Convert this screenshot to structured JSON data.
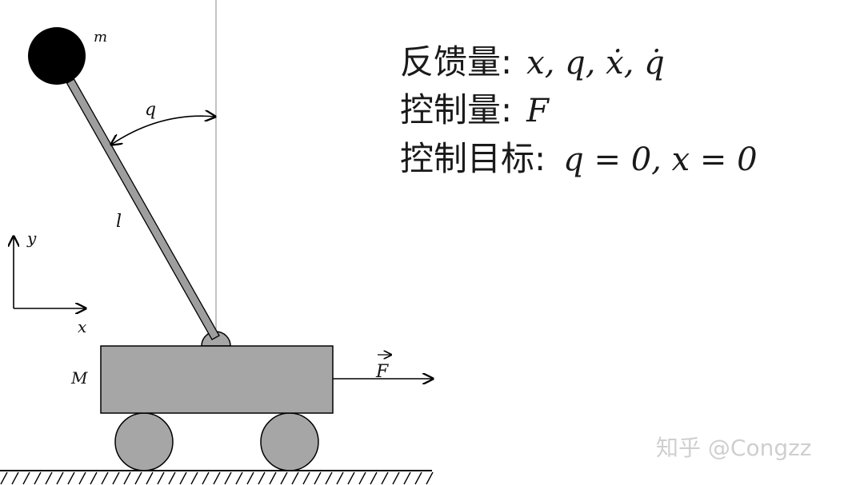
{
  "diagram": {
    "labels": {
      "mass": "m",
      "angle": "q",
      "length": "l",
      "axis_y": "y",
      "axis_x": "x",
      "cart_mass": "M",
      "force": "F"
    },
    "text_block": {
      "line1_prefix": "反馈量:",
      "line1_vars": "x,  q,  ẋ,  q̇",
      "line2_prefix": "控制量:",
      "line2_vars": "F",
      "line3_prefix": "控制目标:",
      "line3_expr": "q = 0,  x = 0"
    },
    "watermark": "知乎 @Congzz",
    "colors": {
      "cart_fill": "#a6a6a6",
      "wheel_fill": "#a6a6a6",
      "rod_fill": "#9e9e9e",
      "bob_fill": "#000000",
      "stroke": "#000000",
      "watermark": "#cfcfcf"
    }
  }
}
